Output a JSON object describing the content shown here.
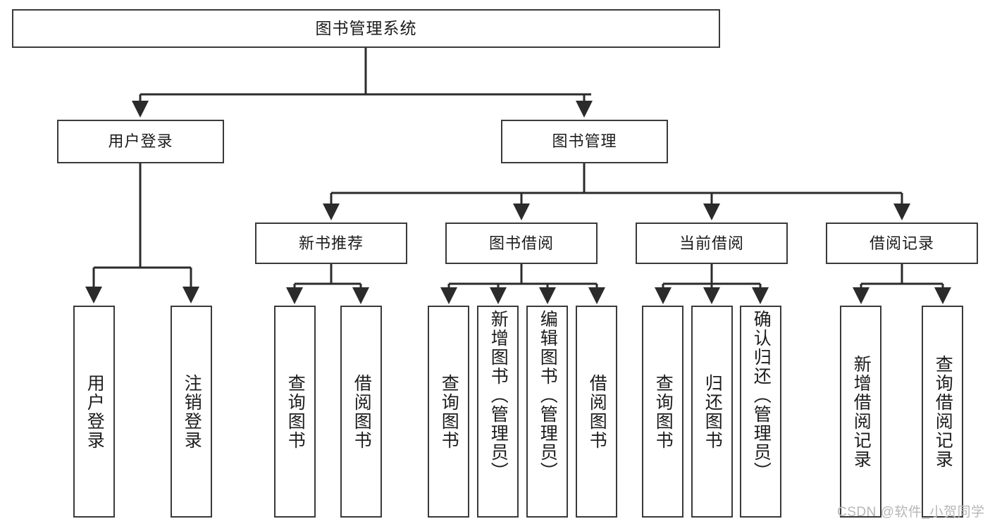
{
  "diagram": {
    "type": "tree-hierarchy",
    "title": "图书管理系统",
    "orientation": "top-down",
    "colors": {
      "box_border": "#3a3a3a",
      "box_fill": "#ffffff",
      "edge": "#2b2b2b",
      "text": "#1c1c1c",
      "watermark": "#b7b7b7"
    },
    "nodes": {
      "root": {
        "label": "图书管理系统"
      },
      "level2": [
        {
          "id": "user-login",
          "label": "用户登录"
        },
        {
          "id": "book-manage",
          "label": "图书管理"
        }
      ],
      "level3": [
        {
          "id": "new-book-rec",
          "label": "新书推荐"
        },
        {
          "id": "book-borrow",
          "label": "图书借阅"
        },
        {
          "id": "current-borrow",
          "label": "当前借阅"
        },
        {
          "id": "borrow-record",
          "label": "借阅记录"
        }
      ],
      "leaves": {
        "user-login": [
          {
            "id": "leaf-user-login",
            "label": "用户登录"
          },
          {
            "id": "leaf-logout-login",
            "label": "注销登录"
          }
        ],
        "new-book-rec": [
          {
            "id": "leaf-query-book-1",
            "label": "查询图书"
          },
          {
            "id": "leaf-borrow-book-1",
            "label": "借阅图书"
          }
        ],
        "book-borrow": [
          {
            "id": "leaf-query-book-2",
            "label": "查询图书"
          },
          {
            "id": "leaf-add-book",
            "label": "新增图书（管理员）"
          },
          {
            "id": "leaf-edit-book",
            "label": "编辑图书（管理员）"
          },
          {
            "id": "leaf-borrow-book-2",
            "label": "借阅图书"
          }
        ],
        "current-borrow": [
          {
            "id": "leaf-query-book-3",
            "label": "查询图书"
          },
          {
            "id": "leaf-return-book",
            "label": "归还图书"
          },
          {
            "id": "leaf-confirm-return",
            "label": "确认归还（管理员）"
          }
        ],
        "borrow-record": [
          {
            "id": "leaf-add-record",
            "label": "新增借阅记录"
          },
          {
            "id": "leaf-query-record",
            "label": "查询借阅记录"
          }
        ]
      }
    },
    "watermark": "CSDN @软件_小贺同学"
  }
}
